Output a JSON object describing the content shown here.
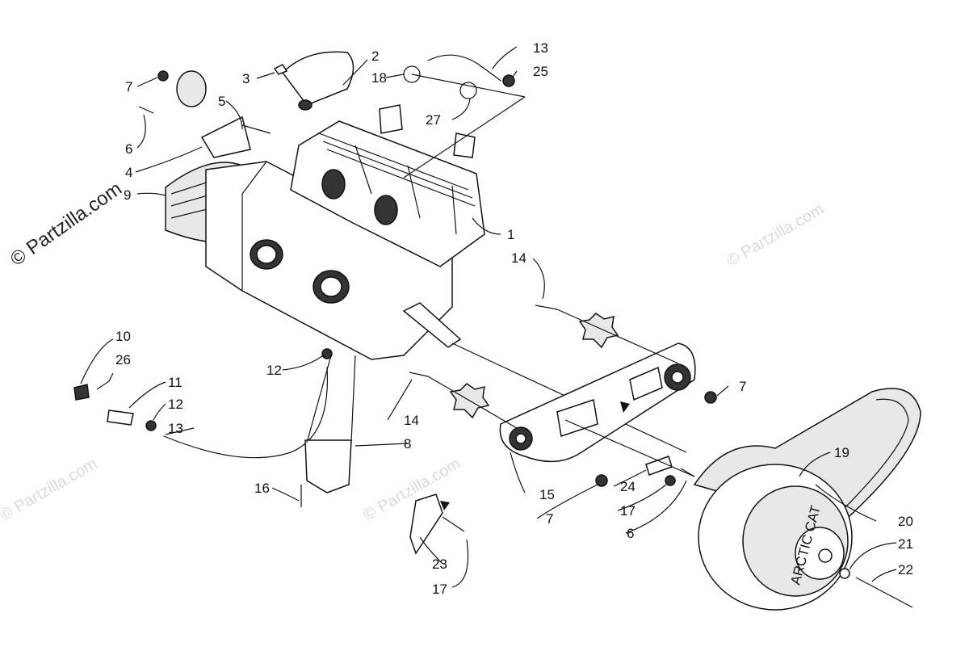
{
  "watermark_main": "© Partzilla.com",
  "watermark_faint": "© Partzilla.com",
  "callouts": [
    {
      "id": "c1",
      "text": "1"
    },
    {
      "id": "c2",
      "text": "2"
    },
    {
      "id": "c3",
      "text": "3"
    },
    {
      "id": "c4",
      "text": "4"
    },
    {
      "id": "c5",
      "text": "5"
    },
    {
      "id": "c6a",
      "text": "6"
    },
    {
      "id": "c6b",
      "text": "6"
    },
    {
      "id": "c7a",
      "text": "7"
    },
    {
      "id": "c7b",
      "text": "7"
    },
    {
      "id": "c7c",
      "text": "7"
    },
    {
      "id": "c8",
      "text": "8"
    },
    {
      "id": "c9",
      "text": "9"
    },
    {
      "id": "c10",
      "text": "10"
    },
    {
      "id": "c11",
      "text": "11"
    },
    {
      "id": "c12a",
      "text": "12"
    },
    {
      "id": "c12b",
      "text": "12"
    },
    {
      "id": "c13a",
      "text": "13"
    },
    {
      "id": "c13b",
      "text": "13"
    },
    {
      "id": "c14a",
      "text": "14"
    },
    {
      "id": "c14b",
      "text": "14"
    },
    {
      "id": "c15",
      "text": "15"
    },
    {
      "id": "c16",
      "text": "16"
    },
    {
      "id": "c17a",
      "text": "17"
    },
    {
      "id": "c17b",
      "text": "17"
    },
    {
      "id": "c18",
      "text": "18"
    },
    {
      "id": "c19",
      "text": "19"
    },
    {
      "id": "c20",
      "text": "20"
    },
    {
      "id": "c21",
      "text": "21"
    },
    {
      "id": "c22",
      "text": "22"
    },
    {
      "id": "c23",
      "text": "23"
    },
    {
      "id": "c24",
      "text": "24"
    },
    {
      "id": "c25",
      "text": "25"
    },
    {
      "id": "c26",
      "text": "26"
    },
    {
      "id": "c27",
      "text": "27"
    }
  ],
  "brand_stamp": "ARCTIC CAT"
}
